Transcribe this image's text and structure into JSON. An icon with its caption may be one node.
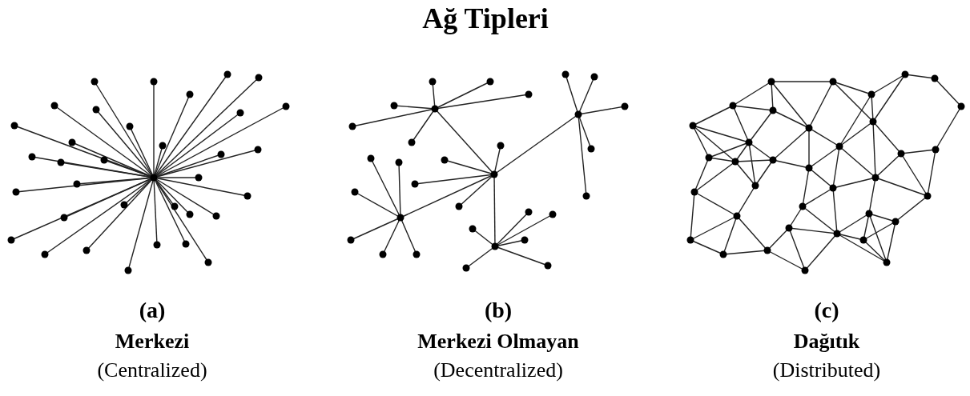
{
  "diagram": {
    "title": "Ağ Tipleri",
    "labels": [
      "(a)",
      "(b)",
      "(c)",
      "Merkezi",
      "Merkezi Olmayan",
      "Dağıtık",
      "(Centralized)",
      "(Decentralized)",
      "(Distributed)"
    ]
  }
}
